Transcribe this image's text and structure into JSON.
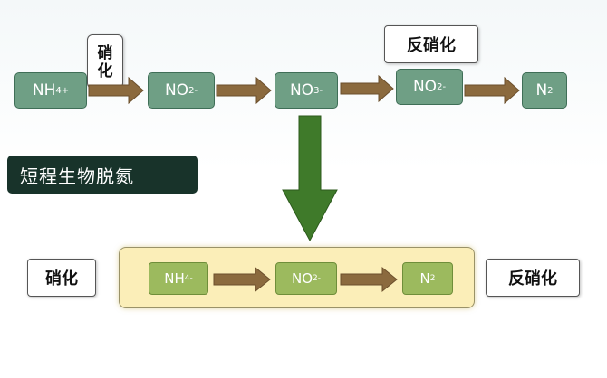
{
  "title": "短程生物脱氮",
  "labels": {
    "nitrification": "硝化",
    "denitrification": "反硝化",
    "bottom_nitrification": "硝化",
    "bottom_denitrification": "反硝化"
  },
  "top_chain": [
    {
      "base": "NH",
      "sub": "4",
      "sup": "+"
    },
    {
      "base": "NO",
      "sub": "2",
      "sup": "-"
    },
    {
      "base": "NO",
      "sub": "3",
      "sup": "-"
    },
    {
      "base": "NO",
      "sub": "2",
      "sup": "-"
    },
    {
      "base": "N",
      "sub": "2",
      "sup": ""
    }
  ],
  "bottom_chain": [
    {
      "base": "NH",
      "sub": "4",
      "sup": "-"
    },
    {
      "base": "NO",
      "sub": "2",
      "sup": "-"
    },
    {
      "base": "N",
      "sub": "",
      "sup": "2"
    }
  ],
  "colors": {
    "node": "#6f9f85",
    "node_border": "#3f6e57",
    "arrow_brown": "#8b6a3e",
    "arrow_green": "#3f7a2a",
    "banner": "#18332a",
    "panel": "#fbeeb8",
    "inner_node": "#9cba5e"
  }
}
